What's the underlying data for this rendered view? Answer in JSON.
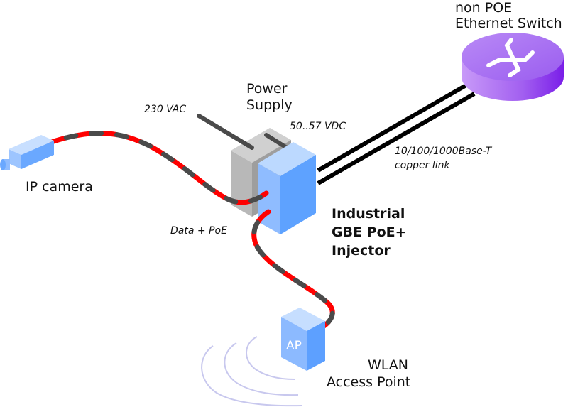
{
  "diagram": {
    "title": "Industrial GBE PoE+ Injector network diagram",
    "nodes": {
      "switch": {
        "label_line1": "non POE",
        "label_line2": "Ethernet Switch",
        "color": "#a466f2"
      },
      "power_supply": {
        "label_line1": "Power",
        "label_line2": "Supply",
        "color": "#bdbdbd"
      },
      "injector": {
        "label_line1": "Industrial",
        "label_line2": "GBE PoE+",
        "label_line3": "Injector",
        "color": "#66a8ff"
      },
      "camera": {
        "label": "IP camera",
        "color": "#7fb4ff"
      },
      "access_point": {
        "label_line1": "WLAN",
        "label_line2": "Access Point",
        "badge": "AP",
        "color": "#6aaaff"
      }
    },
    "edge_labels": {
      "ac_input": "230 VAC",
      "dc_output": "50..57 VDC",
      "copper_link_line1": "10/100/1000Base-T",
      "copper_link_line2": "copper link",
      "poe_cable": "Data + PoE"
    },
    "colors": {
      "poe_cable_red": "#ff0000",
      "poe_cable_dark": "#4a4a4a",
      "copper_link": "#000000",
      "power_cable": "#4a4a4a",
      "wifi_waves": "#c8c8f0"
    }
  }
}
